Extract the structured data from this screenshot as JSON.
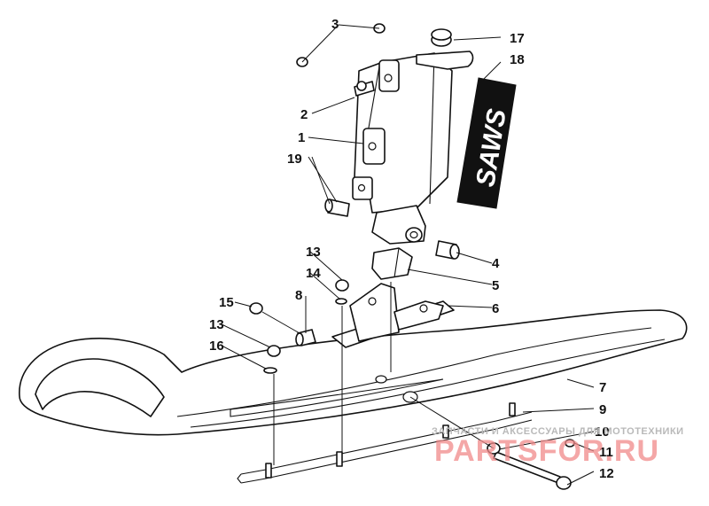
{
  "diagram": {
    "callouts": [
      "1",
      "2",
      "3",
      "4",
      "5",
      "6",
      "7",
      "8",
      "9",
      "10",
      "11",
      "12",
      "13",
      "13",
      "14",
      "15",
      "16",
      "17",
      "18",
      "19"
    ]
  },
  "decal": {
    "text": "SAWS"
  },
  "watermark": {
    "small": "ЗАПЧАСТИ И АКСЕССУАРЫ ДЛЯ МОТОТЕХНИКИ",
    "big": "PARTSFOR.RU"
  }
}
